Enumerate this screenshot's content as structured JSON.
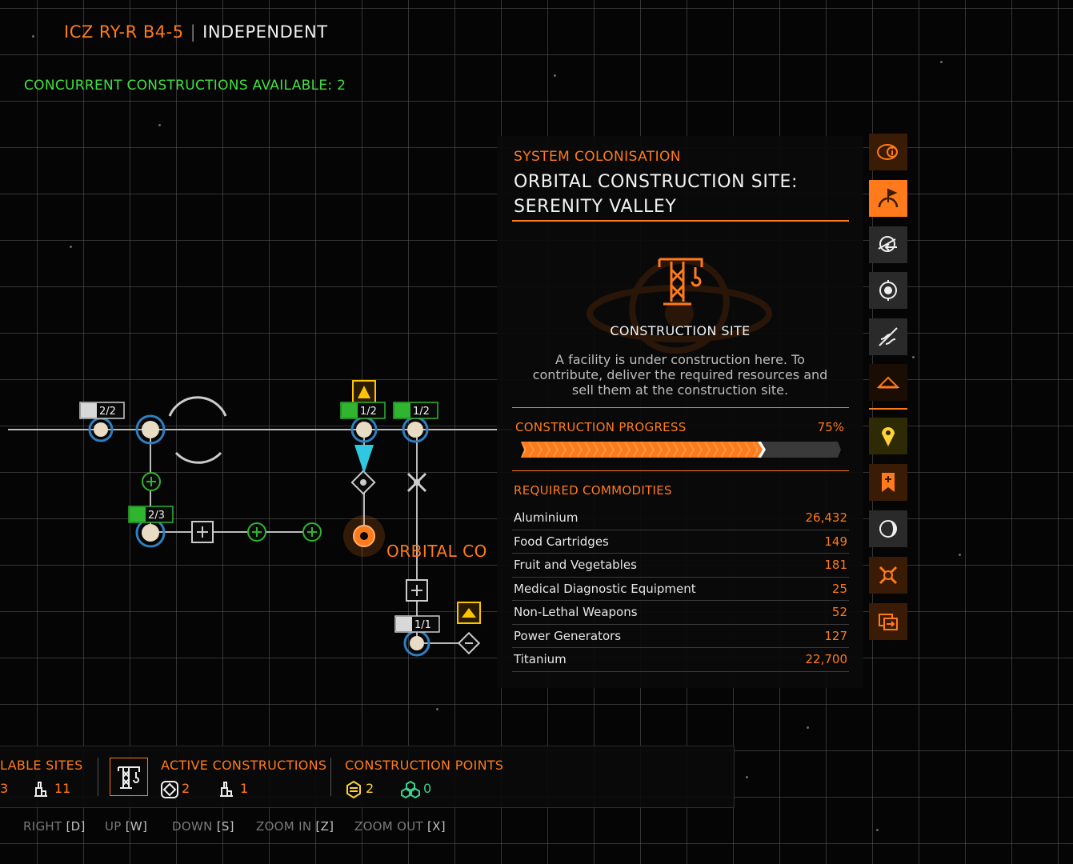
{
  "header": {
    "system_name": "ICZ RY-R B4-5",
    "separator": "|",
    "faction": "INDEPENDENT",
    "concurrent": "CONCURRENT CONSTRUCTIONS AVAILABLE: 2"
  },
  "map": {
    "node_labels": [
      "2/2",
      "1/2",
      "1/2",
      "2/3",
      "1/1"
    ],
    "orbital_label": "ORBITAL CO"
  },
  "panel": {
    "category": "SYSTEM COLONISATION",
    "title": "ORBITAL CONSTRUCTION SITE: SERENITY VALLEY",
    "site_label": "CONSTRUCTION SITE",
    "description": "A facility is under construction here. To contribute, deliver the required resources and sell them at the construction site.",
    "progress_label": "CONSTRUCTION PROGRESS",
    "progress_text": "75%",
    "progress": 0.75,
    "required_label": "REQUIRED COMMODITIES",
    "commodities": [
      {
        "name": "Aluminium",
        "qty": "26,432"
      },
      {
        "name": "Food Cartridges",
        "qty": "149"
      },
      {
        "name": "Fruit and Vegetables",
        "qty": "181"
      },
      {
        "name": "Medical Diagnostic Equipment",
        "qty": "25"
      },
      {
        "name": "Non-Lethal Weapons",
        "qty": "52"
      },
      {
        "name": "Power Generators",
        "qty": "127"
      },
      {
        "name": "Titanium",
        "qty": "22,700"
      }
    ]
  },
  "toolbar": {
    "items": [
      "info-icon",
      "flag-icon",
      "planet-arrow-icon",
      "target-icon",
      "dna-icon",
      "outpost-icon",
      "map-pin-icon",
      "bookmark-icon",
      "moon-icon",
      "network-icon",
      "transfer-icon"
    ],
    "outpost_count": "0"
  },
  "bottom": {
    "available_label": "LABLE SITES",
    "available_value_a": "3",
    "available_value_b": "11",
    "active_label": "ACTIVE CONSTRUCTIONS",
    "active_value_a": "2",
    "active_value_b": "1",
    "points_label": "CONSTRUCTION POINTS",
    "points_value_a": "2",
    "points_value_b": "0"
  },
  "keys": [
    {
      "label": "RIGHT",
      "key": "[D]"
    },
    {
      "label": "UP",
      "key": "[W]"
    },
    {
      "label": "DOWN",
      "key": "[S]"
    },
    {
      "label": "ZOOM IN",
      "key": "[Z]"
    },
    {
      "label": "ZOOM OUT",
      "key": "[X]"
    }
  ],
  "colors": {
    "accent": "#ff7a1a",
    "positive": "#40e040",
    "points": "#ffd23a",
    "points_alt": "#3ad18a"
  }
}
